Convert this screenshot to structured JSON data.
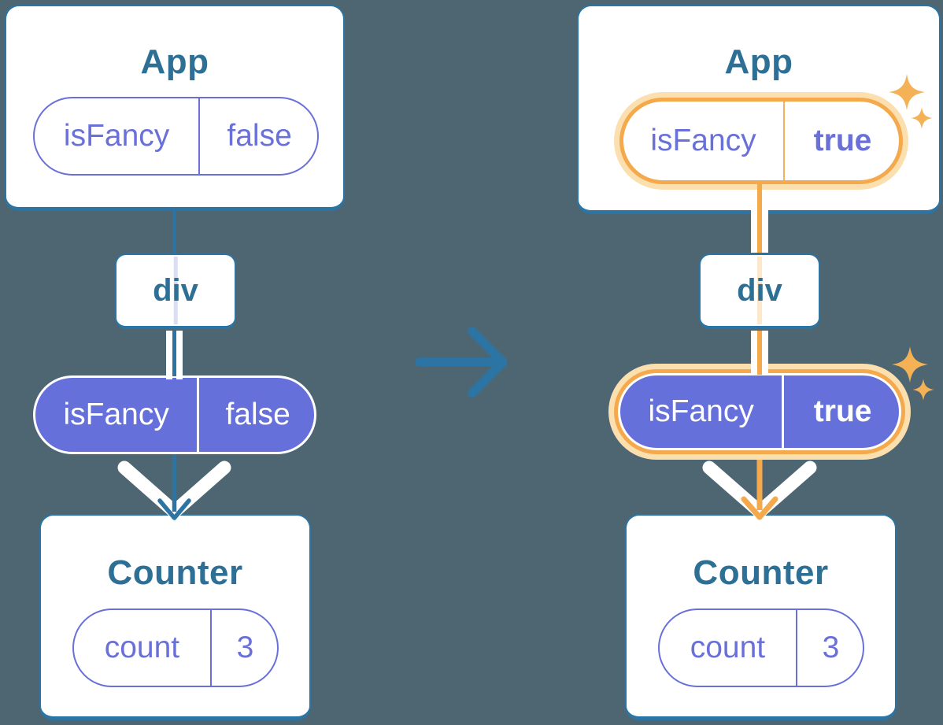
{
  "diagram": {
    "description": "React state passed down as a prop: before and after tree",
    "before": {
      "app": {
        "title": "App",
        "state_pill": {
          "name": "isFancy",
          "value": "false"
        }
      },
      "div": {
        "label": "div"
      },
      "prop_pill": {
        "name": "isFancy",
        "value": "false"
      },
      "counter": {
        "title": "Counter",
        "state_pill": {
          "name": "count",
          "value": "3"
        }
      }
    },
    "after": {
      "app": {
        "title": "App",
        "state_pill": {
          "name": "isFancy",
          "value": "true"
        }
      },
      "div": {
        "label": "div"
      },
      "prop_pill": {
        "name": "isFancy",
        "value": "true"
      },
      "counter": {
        "title": "Counter",
        "state_pill": {
          "name": "count",
          "value": "3"
        }
      }
    },
    "icons": {
      "transition": "right-arrow-icon",
      "flow_before": "down-chevron-and-arrowhead-icon",
      "flow_after": "down-chevron-and-arrowhead-icon",
      "highlight": "sparkle-icon"
    },
    "colors": {
      "background": "#4D6672",
      "card_fill": "#FFFFFF",
      "card_border": "#2B74A3",
      "title_text": "#2E6F96",
      "purple_fill": "#6570DB",
      "purple_stroke": "#6A70D9",
      "orange": "#F5A94D",
      "orange_pale": "#FBDFAE",
      "sparkle": "#F5B155",
      "faint_lavender_line": "#D9DEF2",
      "faint_orange_line": "#FCE8CB"
    }
  }
}
